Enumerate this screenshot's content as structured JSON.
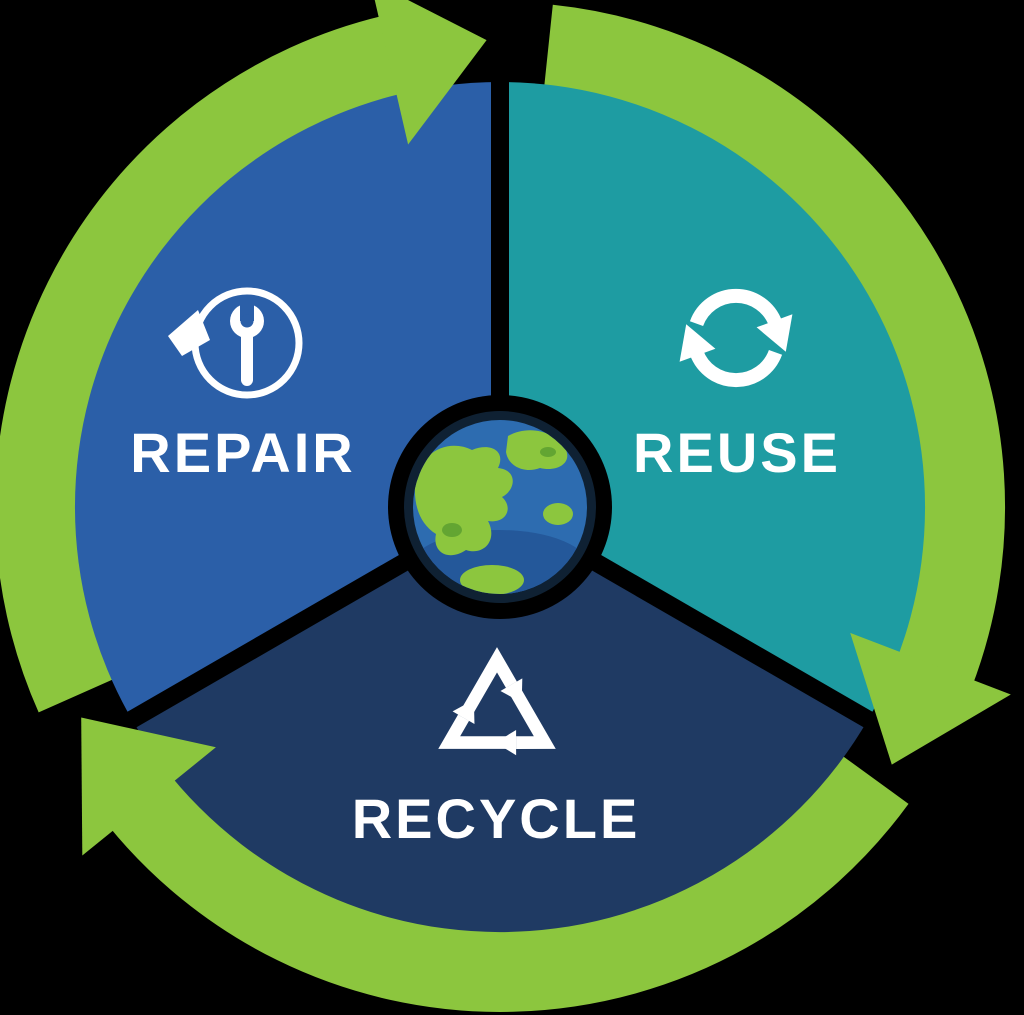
{
  "diagram": {
    "type": "cycle",
    "center_icon": "earth-globe-icon",
    "segments": [
      {
        "label": "REPAIR",
        "icon": "wrench-repair-icon",
        "color_key": "segment_repair"
      },
      {
        "label": "REUSE",
        "icon": "reuse-arrows-icon",
        "color_key": "segment_reuse"
      },
      {
        "label": "RECYCLE",
        "icon": "recycle-triangle-icon",
        "color_key": "segment_recycle"
      }
    ]
  },
  "colors": {
    "background": "#000000",
    "arrow_green": "#8CC63E",
    "segment_repair": "#2B5FA8",
    "segment_reuse": "#1E9CA2",
    "segment_recycle": "#1F3A63",
    "label_text": "#FFFFFF",
    "globe_ocean": "#2D6CB0",
    "globe_shadow": "#24589A",
    "globe_land": "#8CC63E",
    "globe_land_dark": "#63A532",
    "globe_outline": "#0F2133"
  }
}
